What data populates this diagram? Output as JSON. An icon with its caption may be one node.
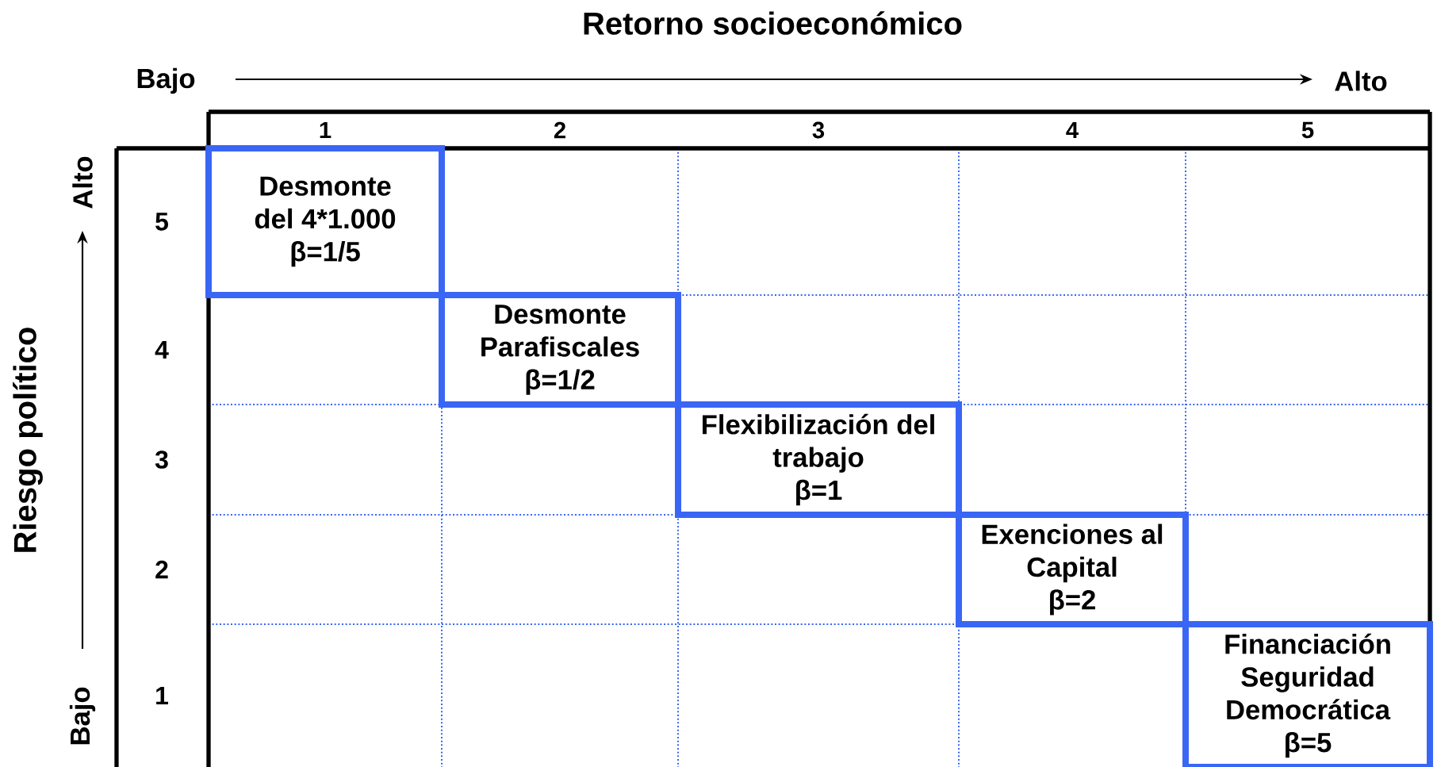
{
  "diagram": {
    "nodes": [
      {
        "text": [
          "Desmonte del 4*1.000",
          "β=1/5"
        ]
      },
      {
        "text": [
          "Desmonte Parafiscales",
          "β=1/2"
        ]
      },
      {
        "text": [
          "Flexibilización del trabajo",
          "β=1"
        ]
      },
      {
        "text": [
          "Exenciones al Capital",
          "β=2"
        ]
      },
      {
        "text": [
          "Financiación Seguridad Democrática",
          "β=5"
        ]
      }
    ],
    "labels": [
      "Retorno socioeconómico",
      "Bajo",
      "Alto",
      "1",
      "2",
      "3",
      "4",
      "5",
      "Riesgo político",
      "Alto",
      "Bajo",
      "5",
      "4",
      "3",
      "2",
      "1"
    ]
  }
}
